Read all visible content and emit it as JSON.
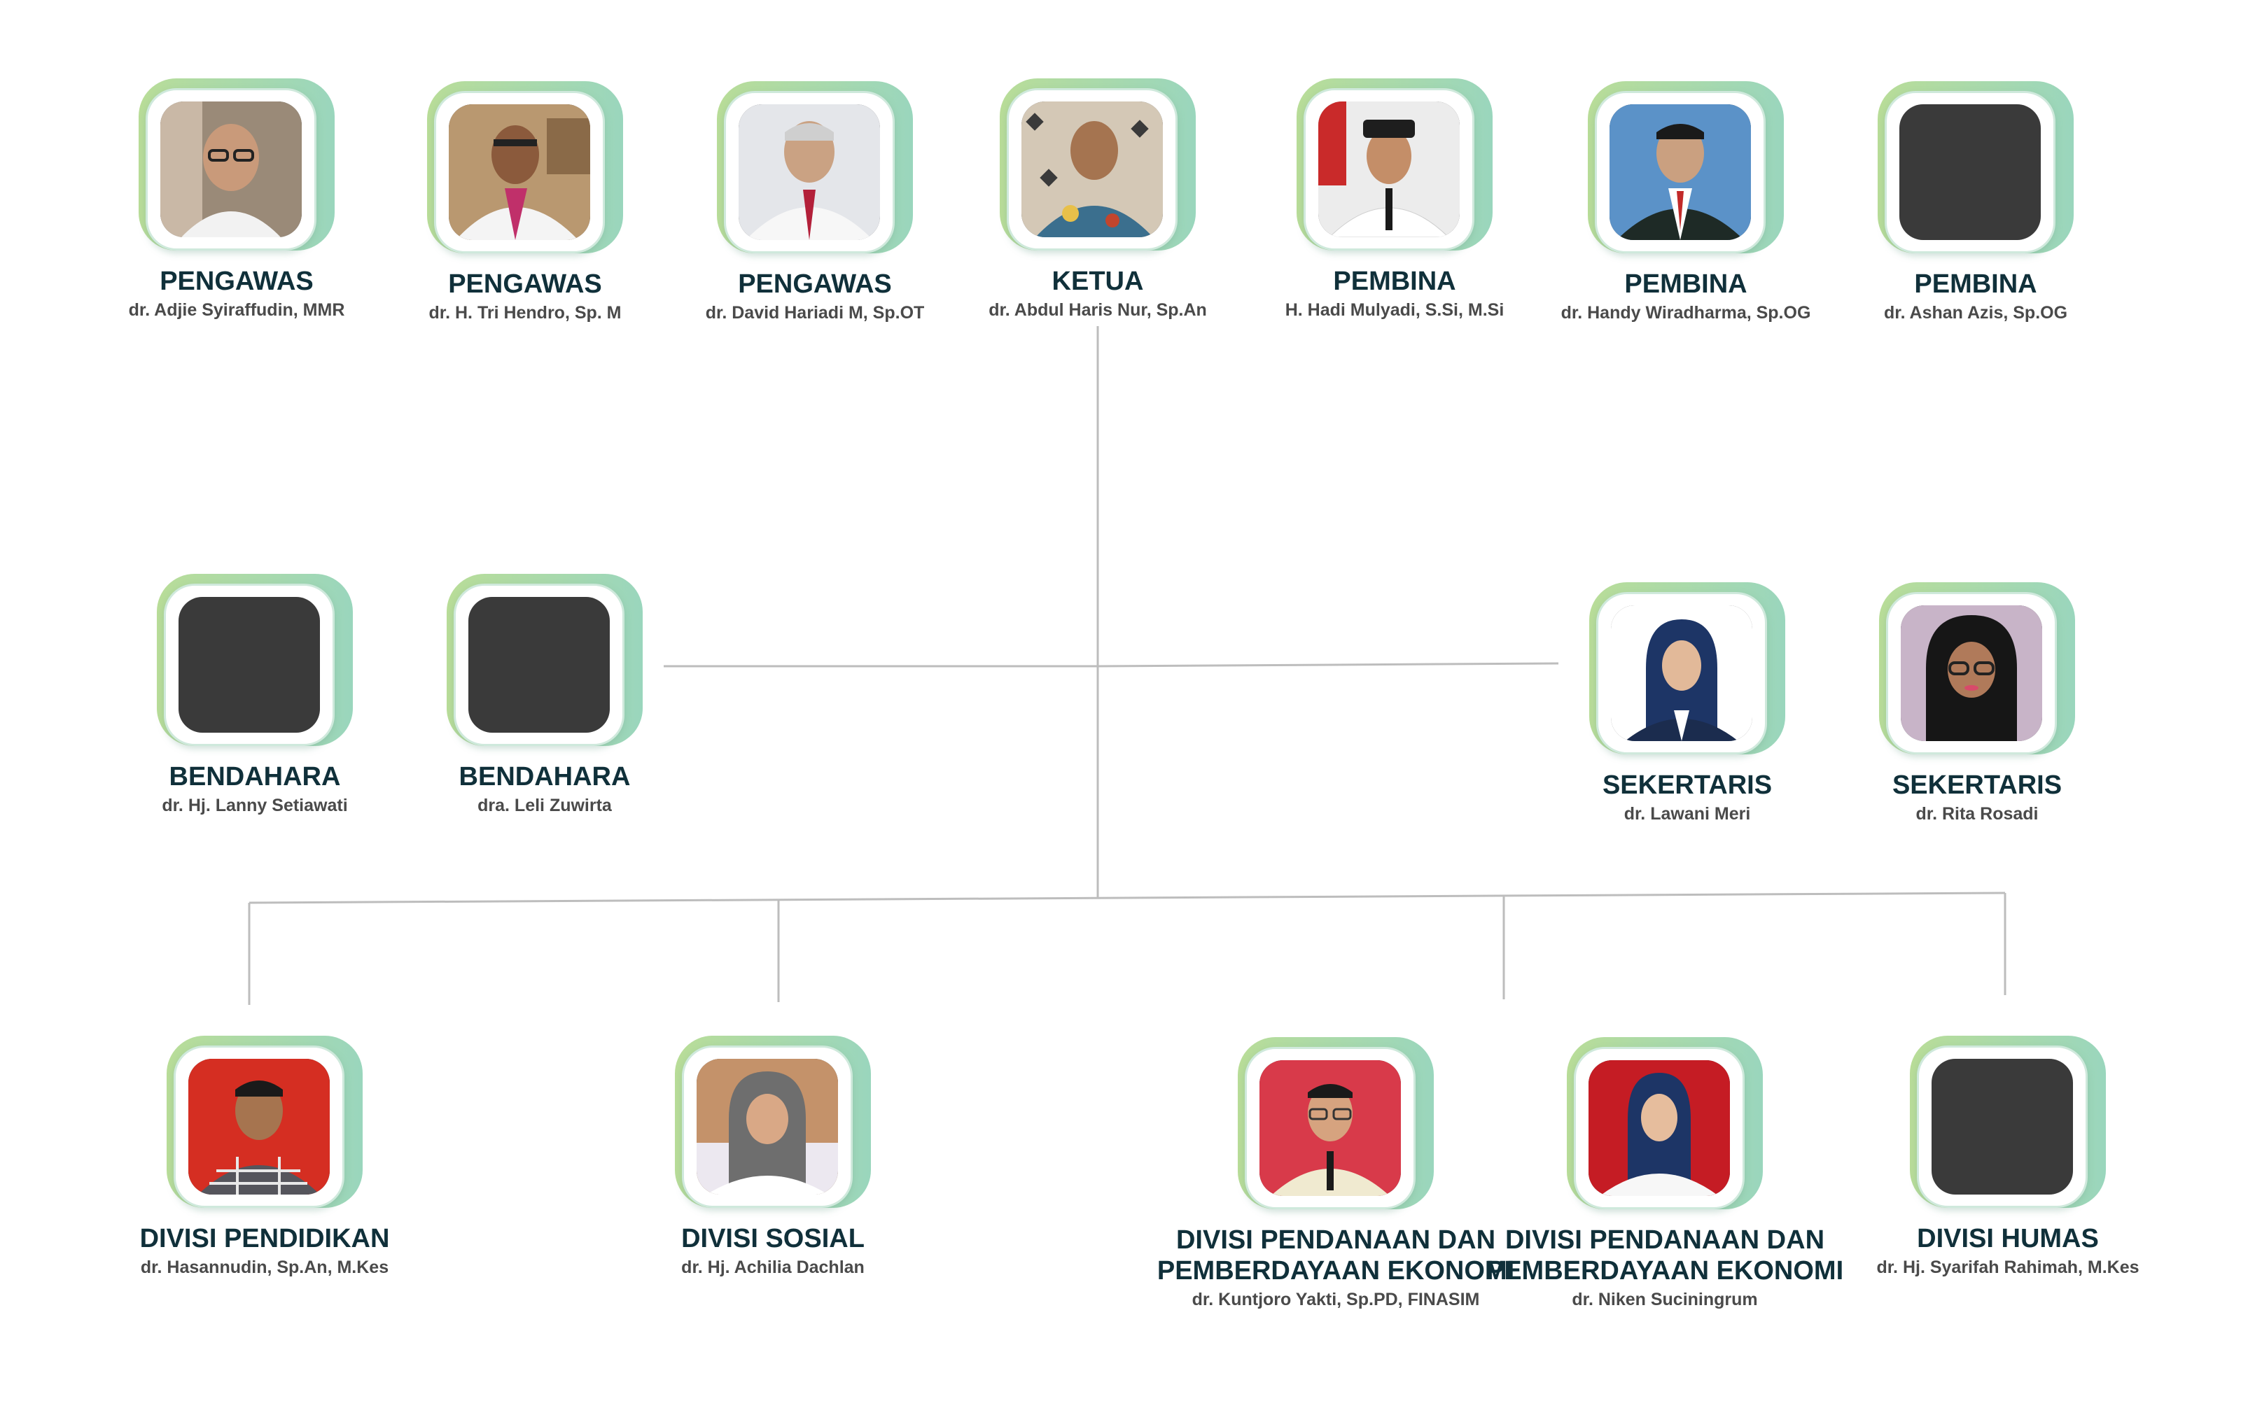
{
  "colors": {
    "title": "#10303a",
    "subtitle": "#4a4a4a",
    "frame_left": "#b9dd98",
    "frame_right": "#9ad6bd",
    "line": "#bdbdbd",
    "placeholder": "#3a3a3a"
  },
  "top_row": [
    {
      "role": "PENGAWAS",
      "name": "dr. Adjie Syiraffudin, MMR",
      "photo": "man-white-shirt-glasses"
    },
    {
      "role": "PENGAWAS",
      "name": "dr. H. Tri Hendro, Sp. M",
      "photo": "man-white-coat-batik"
    },
    {
      "role": "PENGAWAS",
      "name": "dr. David Hariadi M, Sp.OT",
      "photo": "man-white-coat-tie"
    },
    {
      "role": "KETUA",
      "name": "dr. Abdul Haris Nur, Sp.An",
      "photo": "man-batik-shirt"
    },
    {
      "role": "PEMBINA",
      "name": "H. Hadi Mulyadi, S.Si, M.Si",
      "photo": "man-official-uniform"
    },
    {
      "role": "PEMBINA",
      "name": "dr. Handy Wiradharma, Sp.OG",
      "photo": "man-black-suit-red-tie"
    },
    {
      "role": "PEMBINA",
      "name": "dr. Ashan Azis, Sp.OG",
      "photo": "placeholder"
    }
  ],
  "middle_left": [
    {
      "role": "BENDAHARA",
      "name": "dr. Hj. Lanny Setiawati",
      "photo": "placeholder"
    },
    {
      "role": "BENDAHARA",
      "name": "dra. Leli Zuwirta",
      "photo": "placeholder"
    }
  ],
  "middle_right": [
    {
      "role": "SEKERTARIS",
      "name": "dr. Lawani Meri",
      "photo": "woman-navy-hijab"
    },
    {
      "role": "SEKERTARIS",
      "name": "dr. Rita Rosadi",
      "photo": "woman-black-hijab-glasses"
    }
  ],
  "bottom_row": [
    {
      "role": "DIVISI PENDIDIKAN",
      "name": "dr. Hasannudin, Sp.An, M.Kes",
      "photo": "man-plaid-shirt-red-bg"
    },
    {
      "role": "DIVISI SOSIAL",
      "name": "dr. Hj. Achilia Dachlan",
      "photo": "woman-grey-hijab"
    },
    {
      "role": "DIVISI PENDANAAN DAN PEMBERDAYAAN EKONOMI",
      "name": "dr. Kuntjoro Yakti, Sp.PD, FINASIM",
      "photo": "man-glasses-red-bg"
    },
    {
      "role": "DIVISI PENDANAAN DAN PEMBERDAYAAN EKONOMI",
      "name": "dr. Niken Suciningrum",
      "photo": "woman-navy-hijab-red-bg"
    },
    {
      "role": "DIVISI HUMAS",
      "name": "dr. Hj. Syarifah Rahimah, M.Kes",
      "photo": "placeholder"
    }
  ]
}
